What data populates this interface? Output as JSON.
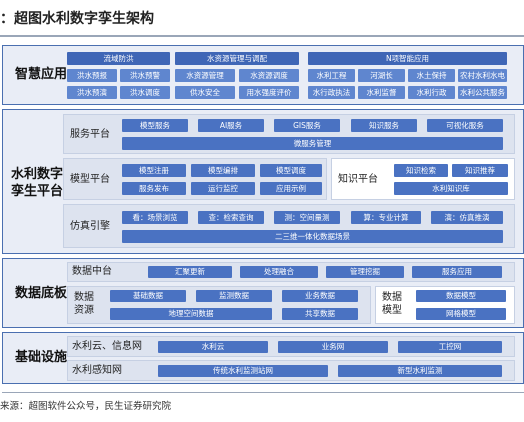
{
  "title": "：超图水利数字孪生架构",
  "source": "来源：超图软件公众号，民生证券研究院",
  "colors": {
    "border": "#4a6fb0",
    "pill": "#4a72c2",
    "panel": "#dde3ef",
    "layer_bg": "#e9edf6"
  },
  "smart": {
    "label": "智慧应用",
    "groups": [
      {
        "label": "流域防洪",
        "items": [
          "洪水预报",
          "洪水预警",
          "洪水预演",
          "洪水调度"
        ]
      },
      {
        "label": "水资源管理与调配",
        "items": [
          "水资源管理",
          "水资源调度",
          "供水安全",
          "用水强度评价"
        ]
      },
      {
        "label": "N项智能应用",
        "items": [
          "水利工程",
          "河湖长",
          "水土保持",
          "农村水利水电",
          "水行政执法",
          "水利监督",
          "水利行政",
          "水利公共服务"
        ]
      }
    ]
  },
  "platform": {
    "label_line1": "水利数字",
    "label_line2": "孪生平台",
    "service": {
      "label": "服务平台",
      "items": [
        "模型服务",
        "AI服务",
        "GIS服务",
        "知识服务",
        "可视化服务"
      ],
      "bottom": "微服务管理"
    },
    "model": {
      "label": "模型平台",
      "items": [
        "模型注册",
        "模型编排",
        "模型调度",
        "服务发布",
        "运行监控",
        "应用示例"
      ]
    },
    "knowledge": {
      "label": "知识平台",
      "items": [
        "知识检索",
        "知识推荐"
      ],
      "bottom": "水利知识库"
    },
    "sim": {
      "label": "仿真引擎",
      "items": [
        "看：场景浏览",
        "查：检索查询",
        "测：空间量测",
        "算：专业计算",
        "演：仿真推演"
      ],
      "bottom": "二三维一体化数据场景"
    }
  },
  "data": {
    "label": "数据底板",
    "center": {
      "label": "数据中台",
      "items": [
        "汇聚更新",
        "处理融合",
        "管理挖掘",
        "服务应用"
      ]
    },
    "resource": {
      "label_line1": "数据",
      "label_line2": "资源",
      "items": [
        "基础数据",
        "监测数据",
        "业务数据"
      ],
      "bottom": [
        "地理空间数据",
        "共享数据"
      ]
    },
    "model": {
      "label_line1": "数据",
      "label_line2": "模型",
      "items": [
        "数据模型",
        "网格模型"
      ]
    }
  },
  "infra": {
    "label": "基础设施",
    "cloud": {
      "label": "水利云、信息网",
      "items": [
        "水利云",
        "业务网",
        "工控网"
      ]
    },
    "sense": {
      "label": "水利感知网",
      "items": [
        "传统水利监测站网",
        "新型水利监测"
      ]
    }
  }
}
